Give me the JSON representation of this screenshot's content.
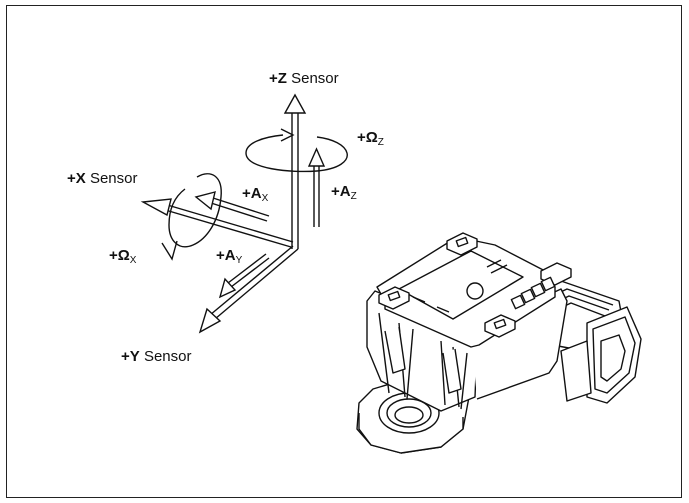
{
  "axes": {
    "z_sensor": {
      "sign": "+Z",
      "word": "Sensor"
    },
    "x_sensor": {
      "sign": "+X",
      "word": "Sensor"
    },
    "y_sensor": {
      "sign": "+Y",
      "word": "Sensor"
    }
  },
  "quantities": {
    "omega_z": {
      "main": "+Ω",
      "sub": "Z"
    },
    "a_x": {
      "main": "+A",
      "sub": "X"
    },
    "a_z": {
      "main": "+A",
      "sub": "Z"
    },
    "omega_x": {
      "main": "+Ω",
      "sub": "X"
    },
    "a_y": {
      "main": "+A",
      "sub": "Y"
    }
  },
  "colors": {
    "line": "#111111",
    "background": "#ffffff"
  },
  "illustration": {
    "icon": "yaw-rate-sensor-device-icon"
  }
}
